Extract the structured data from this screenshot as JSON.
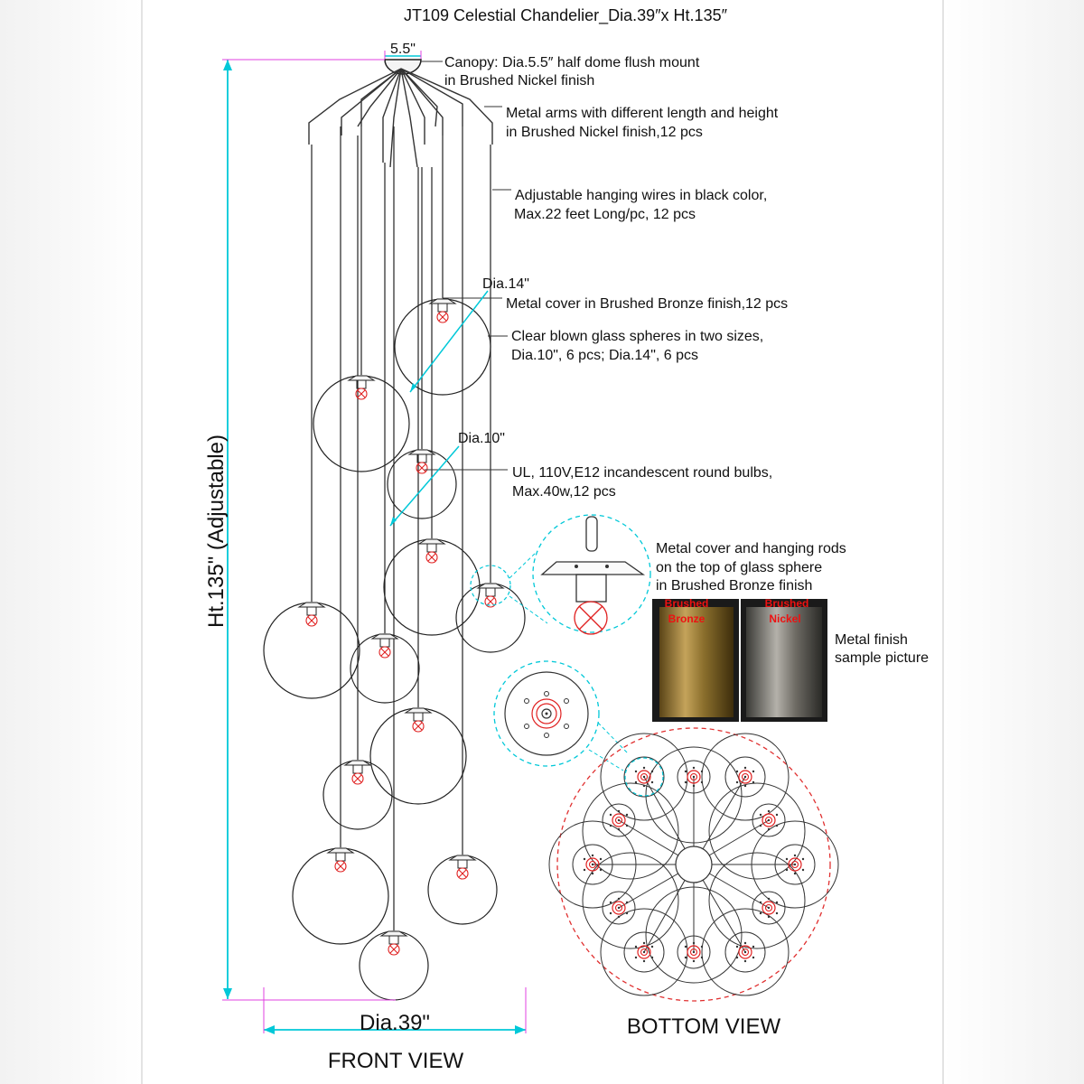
{
  "title": "JT109 Celestial Chandelier_Dia.39″x Ht.135″",
  "dimensions": {
    "canopy_width": "5.5\"",
    "height": "Ht.135\" (Adjustable)",
    "width": "Dia.39\"",
    "large_sphere": "Dia.14\"",
    "small_sphere": "Dia.10\""
  },
  "callouts": {
    "canopy": [
      "Canopy: Dia.5.5″ half dome flush mount",
      "in Brushed Nickel finish"
    ],
    "arms": [
      "Metal arms with different length and height",
      "in Brushed Nickel finish,12 pcs"
    ],
    "wires": [
      "Adjustable hanging wires in black color,",
      "Max.22 feet Long/pc, 12 pcs"
    ],
    "cover": [
      "Metal cover in Brushed Bronze finish,12 pcs"
    ],
    "glass": [
      "Clear blown glass spheres in two sizes,",
      "Dia.10\", 6 pcs; Dia.14\", 6 pcs"
    ],
    "bulbs": [
      "UL, 110V,E12 incandescent round bulbs,",
      "Max.40w,12 pcs"
    ],
    "detail": [
      "Metal cover and hanging rods",
      "on the top of glass sphere",
      "in Brushed Bronze finish"
    ],
    "finish_sample": [
      "Metal finish",
      "sample picture"
    ]
  },
  "finish_swatches": [
    {
      "label_top": "Brushed",
      "label_bottom": "Bronze",
      "color": "#8a6e2c"
    },
    {
      "label_top": "Brushed",
      "label_bottom": "Nickel",
      "color": "#6e6b64"
    }
  ],
  "views": {
    "front": "FRONT VIEW",
    "bottom": "BOTTOM VIEW"
  },
  "colors": {
    "dimension_lines": "#00c8d8",
    "extension_lines": "#e040e0",
    "bulb_marks": "#e02020",
    "outline_dashed": "#e03030"
  }
}
